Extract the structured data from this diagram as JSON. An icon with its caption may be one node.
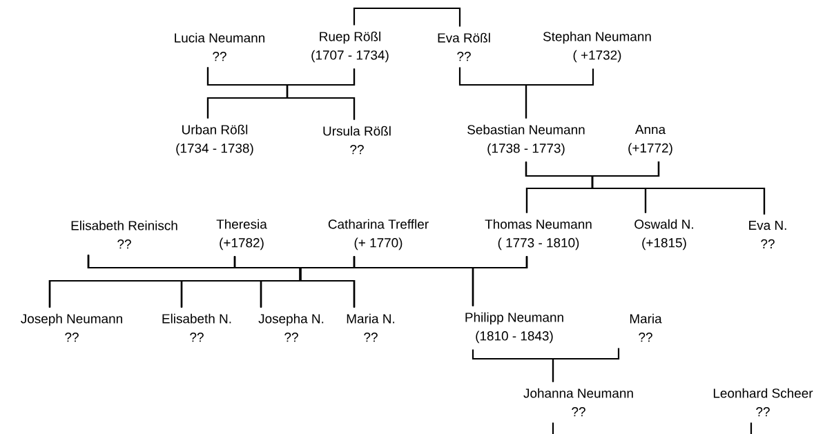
{
  "diagram": {
    "nodes": [
      {
        "text": [
          "Lucia Neumann",
          "??"
        ]
      },
      {
        "text": [
          "Ruep Rößl",
          "(1707 - 1734)"
        ]
      },
      {
        "text": [
          "Eva Rößl",
          "??"
        ]
      },
      {
        "text": [
          "Stephan Neumann",
          "( +1732)"
        ]
      },
      {
        "text": [
          "Urban Rößl",
          "(1734 - 1738)"
        ]
      },
      {
        "text": [
          "Ursula Rößl",
          "??"
        ]
      },
      {
        "text": [
          "Sebastian Neumann",
          "(1738 - 1773)"
        ]
      },
      {
        "text": [
          "Anna",
          "(+1772)"
        ]
      },
      {
        "text": [
          "Elisabeth Reinisch",
          "??"
        ]
      },
      {
        "text": [
          "Theresia",
          "(+1782)"
        ]
      },
      {
        "text": [
          "Catharina Treffler",
          "(+ 1770)"
        ]
      },
      {
        "text": [
          "Thomas Neumann",
          "( 1773 - 1810)"
        ]
      },
      {
        "text": [
          "Oswald N.",
          "(+1815)"
        ]
      },
      {
        "text": [
          "Eva N.",
          "??"
        ]
      },
      {
        "text": [
          "Joseph Neumann",
          "??"
        ]
      },
      {
        "text": [
          "Elisabeth N.",
          "??"
        ]
      },
      {
        "text": [
          "Josepha N.",
          "??"
        ]
      },
      {
        "text": [
          "Maria N.",
          "??"
        ]
      },
      {
        "text": [
          "Philipp Neumann",
          "(1810 - 1843)"
        ]
      },
      {
        "text": [
          "Maria",
          "??"
        ]
      },
      {
        "text": [
          "Johanna Neumann",
          "??"
        ]
      },
      {
        "text": [
          "Leonhard Scheer",
          "??"
        ]
      }
    ],
    "edges": [
      {
        "from": 1,
        "to": 2,
        "arrow": "none"
      },
      {
        "from": 0,
        "to": 4,
        "arrow": "none"
      },
      {
        "from": 0,
        "to": 5,
        "arrow": "none"
      },
      {
        "from": 1,
        "to": 4,
        "arrow": "none"
      },
      {
        "from": 1,
        "to": 5,
        "arrow": "none"
      },
      {
        "from": 2,
        "to": 6,
        "arrow": "none"
      },
      {
        "from": 3,
        "to": 6,
        "arrow": "none"
      },
      {
        "from": 6,
        "to": 11,
        "arrow": "none"
      },
      {
        "from": 6,
        "to": 12,
        "arrow": "none"
      },
      {
        "from": 6,
        "to": 13,
        "arrow": "none"
      },
      {
        "from": 7,
        "to": 11,
        "arrow": "none"
      },
      {
        "from": 7,
        "to": 12,
        "arrow": "none"
      },
      {
        "from": 7,
        "to": 13,
        "arrow": "none"
      },
      {
        "from": 8,
        "to": 14,
        "arrow": "none"
      },
      {
        "from": 8,
        "to": 15,
        "arrow": "none"
      },
      {
        "from": 8,
        "to": 16,
        "arrow": "none"
      },
      {
        "from": 8,
        "to": 17,
        "arrow": "none"
      },
      {
        "from": 8,
        "to": 18,
        "arrow": "none"
      },
      {
        "from": 9,
        "to": 14,
        "arrow": "none"
      },
      {
        "from": 9,
        "to": 15,
        "arrow": "none"
      },
      {
        "from": 9,
        "to": 16,
        "arrow": "none"
      },
      {
        "from": 9,
        "to": 17,
        "arrow": "none"
      },
      {
        "from": 9,
        "to": 18,
        "arrow": "none"
      },
      {
        "from": 10,
        "to": 14,
        "arrow": "none"
      },
      {
        "from": 10,
        "to": 15,
        "arrow": "none"
      },
      {
        "from": 10,
        "to": 16,
        "arrow": "none"
      },
      {
        "from": 10,
        "to": 17,
        "arrow": "none"
      },
      {
        "from": 10,
        "to": 18,
        "arrow": "none"
      },
      {
        "from": 11,
        "to": 14,
        "arrow": "none"
      },
      {
        "from": 11,
        "to": 15,
        "arrow": "none"
      },
      {
        "from": 11,
        "to": 16,
        "arrow": "none"
      },
      {
        "from": 11,
        "to": 17,
        "arrow": "none"
      },
      {
        "from": 11,
        "to": 18,
        "arrow": "none"
      },
      {
        "from": 18,
        "to": 20,
        "arrow": "none"
      },
      {
        "from": 19,
        "to": 20,
        "arrow": "none"
      },
      {
        "from": 20,
        "to": null,
        "arrow": "none"
      },
      {
        "from": 21,
        "to": null,
        "arrow": "none"
      }
    ]
  }
}
